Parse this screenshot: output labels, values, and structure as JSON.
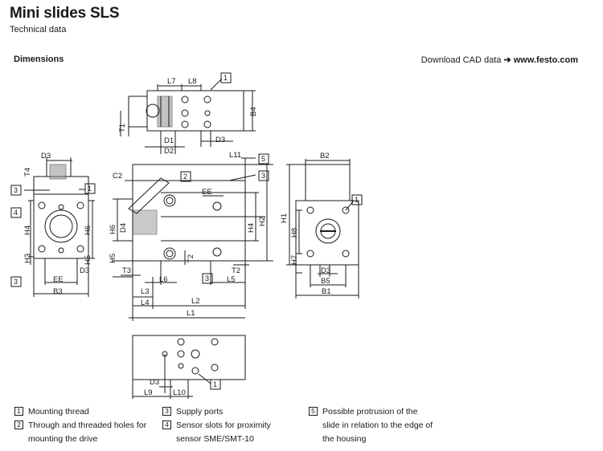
{
  "header": {
    "title": "Mini slides SLS",
    "subtitle": "Technical data"
  },
  "section": {
    "title": "Dimensions",
    "cad_prefix": "Download CAD data",
    "cad_url": "www.festo.com"
  },
  "callouts": [
    "1",
    "2",
    "3",
    "4",
    "5"
  ],
  "dimension_labels": {
    "top_view": [
      "L7",
      "L8",
      "B4",
      "T1",
      "D1",
      "D2",
      "D3"
    ],
    "left_view": [
      "D3",
      "T4",
      "H4",
      "H6",
      "H3",
      "H5",
      "EE",
      "D3",
      "B3"
    ],
    "side_view": [
      "L11",
      "C2",
      "EE",
      "D4",
      "H6",
      "H4",
      "H2",
      "H5",
      "T2",
      "T2",
      "T3",
      "L6",
      "L5",
      "L3",
      "L4",
      "L2",
      "L1"
    ],
    "right_view": [
      "B2",
      "H1",
      "H8",
      "H7",
      "D3",
      "B5",
      "B1"
    ],
    "bottom_view": [
      "D3",
      "L9",
      "L10"
    ]
  },
  "legend": [
    {
      "num": "1",
      "text": "Mounting thread"
    },
    {
      "num": "2",
      "text": "Through and threaded holes for mounting the drive"
    },
    {
      "num": "3",
      "text": "Supply ports"
    },
    {
      "num": "4",
      "text": "Sensor slots for proximity sensor SME/SMT-10"
    },
    {
      "num": "5",
      "text": "Possible protrusion of the slide in relation to the edge of the housing"
    }
  ]
}
